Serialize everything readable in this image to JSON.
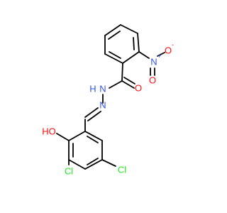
{
  "molecule": {
    "atoms": {
      "o_carbonyl": "O",
      "o_nitro_right": "O",
      "o_nitro_charge": "-",
      "n_nitro": "N",
      "n_nitro_charge": "+",
      "o_nitro_bottom": "O",
      "n_hydrazide_nh": "N",
      "h_hydrazide": "H",
      "n_imine": "N",
      "oh_group": "HO",
      "cl_left": "Cl",
      "cl_right": "Cl"
    },
    "colors": {
      "bond": "#000000",
      "oxygen": "#ff0d0d",
      "nitrogen": "#3050f8",
      "chlorine": "#1ff01f",
      "background": "#ffffff"
    }
  }
}
